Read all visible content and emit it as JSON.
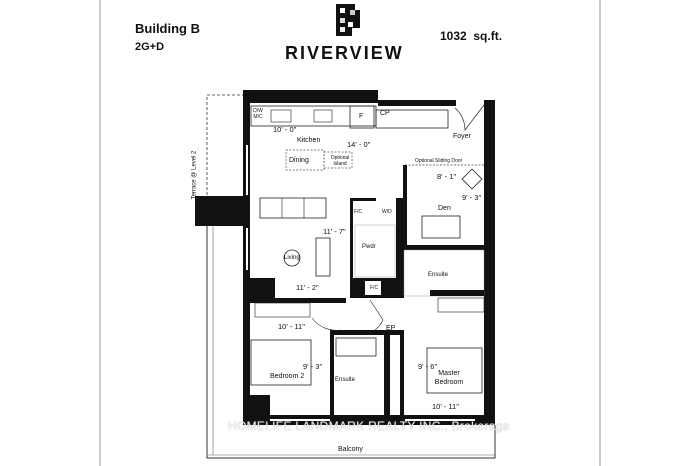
{
  "header": {
    "building": "Building B",
    "unit_type": "2G+D",
    "logo_text": "RIVERVIEW",
    "area": "1032",
    "area_unit": "sq.ft."
  },
  "plan": {
    "terrace": "Terrace @ Level 2",
    "dw_mc": "D/W M/C",
    "kitchen_dim": "10' - 0\"",
    "kitchen": "Kitchen",
    "fridge": "F",
    "cp": "CP",
    "foyer_dim": "14' - 0\"",
    "foyer": "Foyer",
    "dining": "Dining",
    "optional_island": "Optional Island",
    "optional_sliding_door": "Optional Sliding Door",
    "den_dim_w": "8' - 1\"",
    "den_dim_h": "9' - 3\"",
    "den": "Den",
    "fc1": "F/C",
    "wd": "W/D",
    "living_dim_h": "11' - 7\"",
    "pwdr": "Pwdr",
    "living": "Living",
    "ensuite_master": "Ensuite",
    "living_dim_w": "11' - 2\"",
    "fc2": "F/C",
    "bed2_dim_w": "10' - 11\"",
    "ep": "EP",
    "bed2_dim_h": "9' - 3\"",
    "bed2": "Bedroom 2",
    "master_dim_h": "9' - 6\"",
    "master": "Master Bedroom",
    "ensuite_bed2": "Ensuite",
    "master_dim_w": "10' - 11\"",
    "balcony": "Balcony",
    "watermark": "HOMELIFE LANDMARK REALTY INC., Brokerage"
  }
}
